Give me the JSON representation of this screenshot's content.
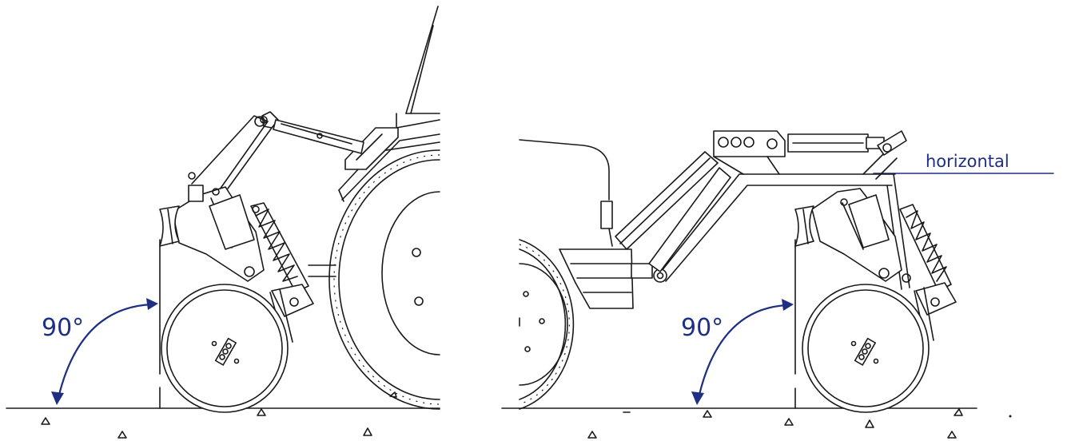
{
  "left_figure": {
    "angle_label": "90°"
  },
  "right_figure": {
    "angle_label": "90°",
    "reference_label": "horizontal"
  },
  "colors": {
    "annotation": "#1f2f82",
    "line": "#1a1a1a",
    "background": "#ffffff"
  }
}
